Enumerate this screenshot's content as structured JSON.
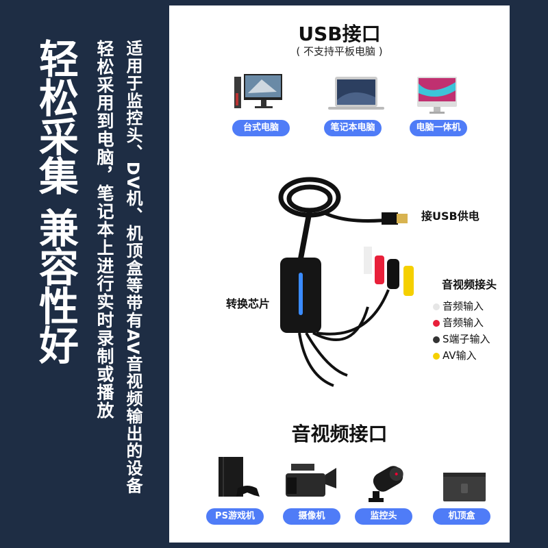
{
  "sidebar": {
    "headline": "轻松采集 兼容性好",
    "line1": "轻松采用到电脑，笔记本上进行实时录制或播放",
    "line2": "适用于监控头、DV机、机顶盒等带有AV音视频输出的设备"
  },
  "usb_section": {
    "title": "USB接口",
    "subtitle": "( 不支持平板电脑 )",
    "devices": [
      {
        "label": "台式电脑",
        "icon": "desktop-computer-icon"
      },
      {
        "label": "笔记本电脑",
        "icon": "laptop-icon"
      },
      {
        "label": "电脑一体机",
        "icon": "all-in-one-pc-icon"
      }
    ]
  },
  "product": {
    "usb_power_label": "接USB供电",
    "chip_label": "转换芯片",
    "connector_title": "音视频接头",
    "connectors": [
      {
        "label": "音频输入",
        "color": "#e6e6e6"
      },
      {
        "label": "音频输入",
        "color": "#e8203a"
      },
      {
        "label": "S端子输入",
        "color": "#333333"
      },
      {
        "label": "AV输入",
        "color": "#f5d000"
      }
    ]
  },
  "av_section": {
    "title": "音视频接口",
    "devices": [
      {
        "label": "PS游戏机",
        "icon": "game-console-icon"
      },
      {
        "label": "摄像机",
        "icon": "camcorder-icon"
      },
      {
        "label": "监控头",
        "icon": "security-camera-icon"
      },
      {
        "label": "机顶盒",
        "icon": "set-top-box-icon"
      }
    ]
  },
  "colors": {
    "background": "#1e2d44",
    "pill": "#4f7cf7"
  }
}
